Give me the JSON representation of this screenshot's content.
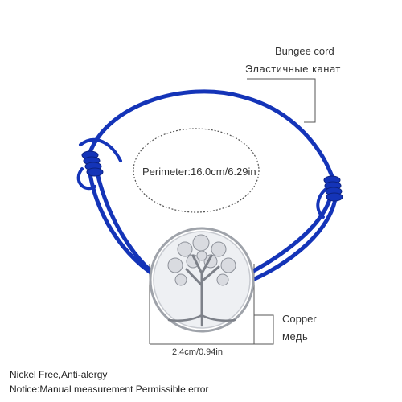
{
  "labels": {
    "cord_en": "Bungee cord",
    "cord_ru": "Эластичные канат",
    "perimeter": "Perimeter:16.0cm/6.29in",
    "material_en": "Copper",
    "material_ru": "медь",
    "diameter": "2.4cm/0.94in",
    "note_nickel": "Nickel Free,Anti-alergy",
    "note_measure": "Notice:Manual measurement Permissible error"
  },
  "colors": {
    "cord": "#1434b8",
    "cord_dark": "#0c2280",
    "pendant": "#d9dbe0",
    "pendant_edge": "#9fa3aa",
    "guide_line": "#555555"
  }
}
